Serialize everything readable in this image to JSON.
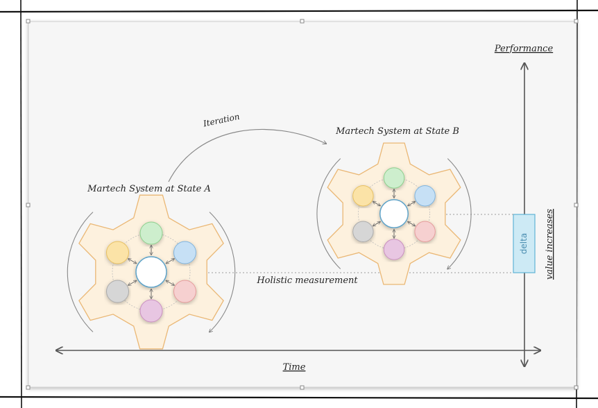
{
  "labels": {
    "performance": "Performance",
    "time": "Time",
    "value_increases": "value increases",
    "delta": "delta",
    "iteration": "Iteration",
    "holistic": "Holistic measurement"
  },
  "systems": [
    {
      "id": "a",
      "title": "Martech System at State A"
    },
    {
      "id": "b",
      "title": "Martech System at State B"
    }
  ],
  "colors": {
    "gear_fill": "#fdf1de",
    "gear_stroke": "#eab774",
    "delta_fill": "#cdeaf5",
    "delta_stroke": "#5fb3d6",
    "node_green": "#cdeecd",
    "node_blue": "#c6e0f5",
    "node_red": "#f6d0d0",
    "node_purple": "#e8c6e2",
    "node_gray": "#d6d6d6",
    "node_yellow": "#fbe3a7"
  }
}
